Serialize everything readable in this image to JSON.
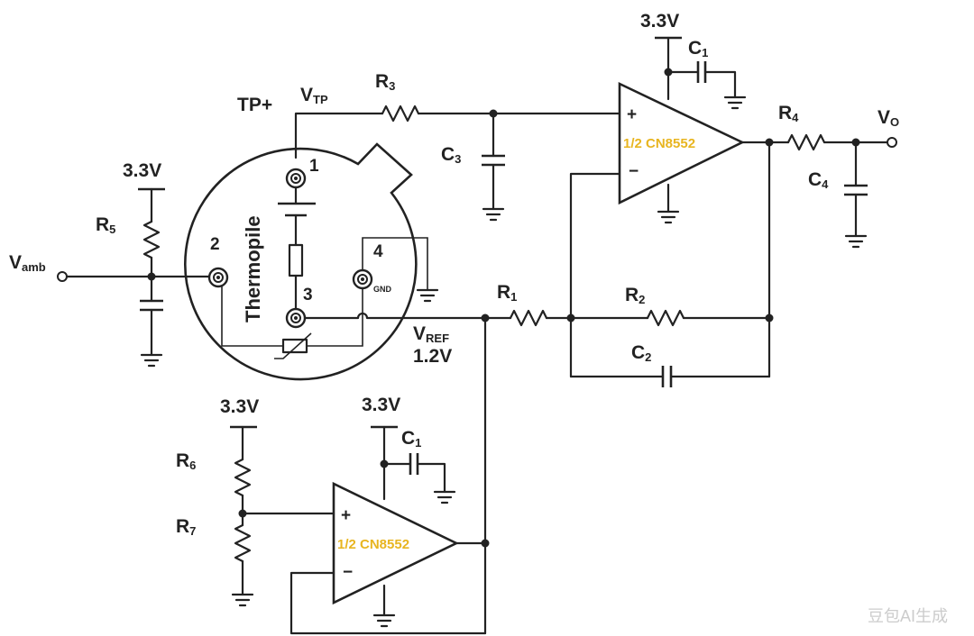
{
  "labels": {
    "vtp": "V",
    "vtp_sub": "TP",
    "r3": "R",
    "r3_sub": "3",
    "tp_plus": "TP+",
    "supply_top": "3.3V",
    "c1_top": "C",
    "c1_top_sub": "1",
    "r4": "R",
    "r4_sub": "4",
    "vo": "V",
    "vo_sub": "O",
    "c3": "C",
    "c3_sub": "3",
    "c4": "C",
    "c4_sub": "4",
    "supply_r5": "3.3V",
    "r5": "R",
    "r5_sub": "5",
    "vamb": "V",
    "vamb_sub": "amb",
    "thermopile": "Thermopile",
    "pin1": "1",
    "pin2": "2",
    "pin3": "3",
    "pin4": "4",
    "gnd_small": "GND",
    "r1": "R",
    "r1_sub": "1",
    "r2": "R",
    "r2_sub": "2",
    "c2": "C",
    "c2_sub": "2",
    "vref": "V",
    "vref_sub": "REF",
    "vref_value": "1.2V",
    "supply_r6": "3.3V",
    "supply_op2": "3.3V",
    "c1_bottom": "C",
    "c1_bottom_sub": "1",
    "r6": "R",
    "r6_sub": "6",
    "r7": "R",
    "r7_sub": "7",
    "plus": "+",
    "minus": "−",
    "watermark": "豆包AI生成"
  },
  "opamps": [
    {
      "label": "1/2 CN8552",
      "color": "#e8b520"
    },
    {
      "label": "1/2 CN8552",
      "color": "#e8b520"
    }
  ]
}
